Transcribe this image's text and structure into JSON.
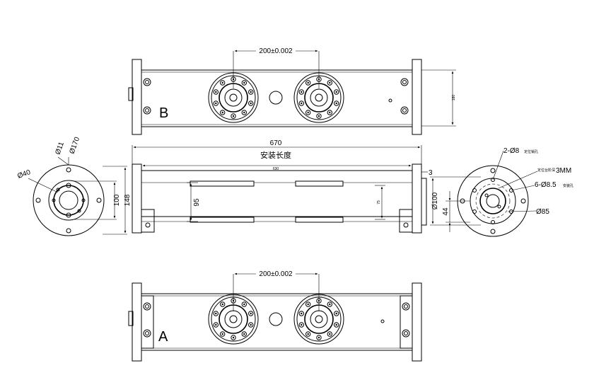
{
  "views": {
    "top": {
      "label": "B",
      "spacing": "200±0.002",
      "height_dim": "180"
    },
    "bottom": {
      "label": "A",
      "spacing": "200±0.002"
    }
  },
  "front": {
    "length": "670",
    "install_length": "安装长度",
    "inner_length": "630",
    "height_left": "95",
    "height_right": "75",
    "flange_thickness": "3"
  },
  "left_end": {
    "hole_dia": "Ø11",
    "outer_dia": "Ø170",
    "bore_dia": "Ø40",
    "dim_100": "100",
    "dim_148": "148"
  },
  "right_end": {
    "pin_holes": "2-Ø8",
    "pin_note": "定位销孔",
    "chamfer_note": "定位台阶深",
    "chamfer": "3MM",
    "mount_holes": "6-Ø8.5",
    "mount_note": "安装孔",
    "boss_dia": "Ø100",
    "pcd": "Ø85",
    "offset": "44"
  }
}
